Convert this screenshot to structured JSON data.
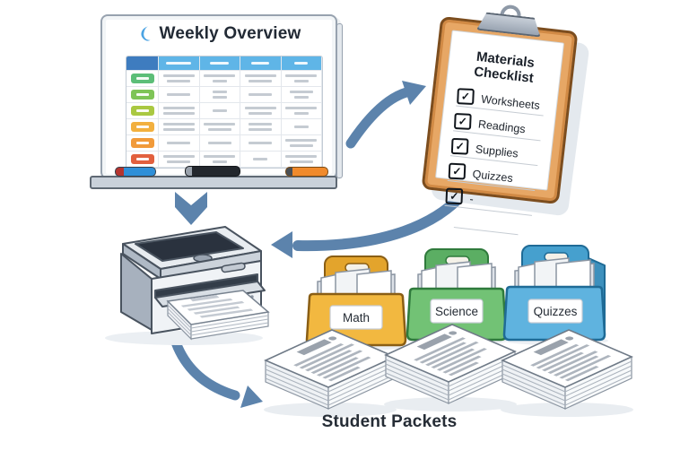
{
  "whiteboard": {
    "title": "Weekly Overview",
    "header_color": "#5fb5e7",
    "header_corner_color": "#3e7cbf",
    "row_colors": [
      "#5cbe78",
      "#7ec457",
      "#a9c841",
      "#f2b03f",
      "#f19a3a",
      "#e2603e"
    ],
    "columns": 4,
    "rows": 6
  },
  "checklist": {
    "title": "Materials Checklist",
    "check_glyph": "✓",
    "items": [
      {
        "label": "Worksheets",
        "checked": true
      },
      {
        "label": "Readings",
        "checked": true
      },
      {
        "label": "Supplies",
        "checked": true
      },
      {
        "label": "Quizzes",
        "checked": true
      },
      {
        "label": "-",
        "checked": true
      }
    ]
  },
  "folders": [
    {
      "label": "Math",
      "color": "#f2b840"
    },
    {
      "label": "Science",
      "color": "#72c275"
    },
    {
      "label": "Quizzes",
      "color": "#5fb3df"
    }
  ],
  "caption": "Student Packets",
  "palette": {
    "arrow": "#5c83ac",
    "ink": "#49535f",
    "clipboard_frame": "#e7a765",
    "printer_screen": "#2a323e"
  }
}
